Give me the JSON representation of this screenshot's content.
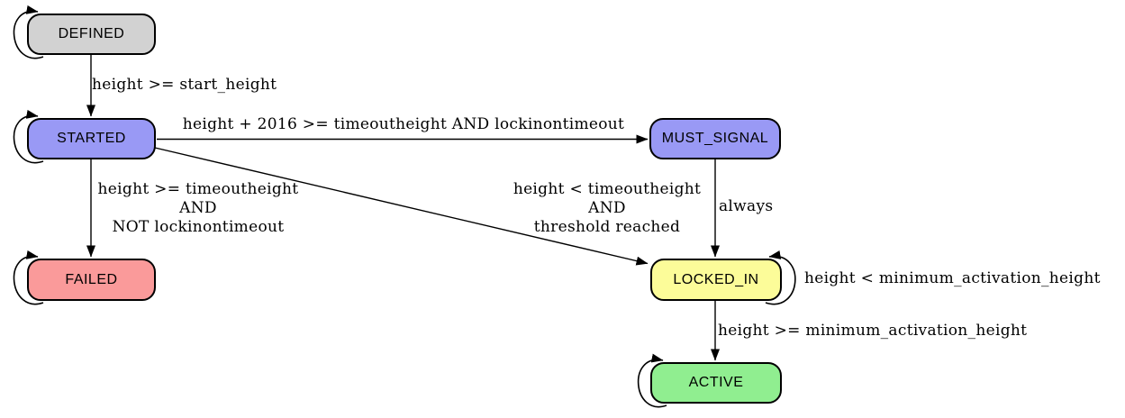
{
  "diagram": {
    "type": "state-machine",
    "description": "softfork deployment state transition diagram",
    "colors": {
      "edge": "#000000",
      "node_border": "#000000",
      "label_text": "#000000",
      "background": "#ffffff"
    },
    "nodes": [
      {
        "id": "DEFINED",
        "label": "DEFINED",
        "fill": "#d2d2d2",
        "self_loop": true
      },
      {
        "id": "STARTED",
        "label": "STARTED",
        "fill": "#9999f5",
        "self_loop": true
      },
      {
        "id": "MUST_SIGNAL",
        "label": "MUST_SIGNAL",
        "fill": "#9999f5",
        "self_loop": false
      },
      {
        "id": "FAILED",
        "label": "FAILED",
        "fill": "#fa9a9a",
        "self_loop": true
      },
      {
        "id": "LOCKED_IN",
        "label": "LOCKED_IN",
        "fill": "#fcfc99",
        "self_loop": true
      },
      {
        "id": "ACTIVE",
        "label": "ACTIVE",
        "fill": "#90ee90",
        "self_loop": true
      }
    ],
    "edges": [
      {
        "from": "DEFINED",
        "to": "DEFINED",
        "label": ""
      },
      {
        "from": "DEFINED",
        "to": "STARTED",
        "label": "height >= start_height"
      },
      {
        "from": "STARTED",
        "to": "STARTED",
        "label": ""
      },
      {
        "from": "STARTED",
        "to": "MUST_SIGNAL",
        "label": "height + 2016 >= timeoutheight AND lockinontimeout"
      },
      {
        "from": "STARTED",
        "to": "FAILED",
        "label": "height >= timeoutheight\nAND\nNOT lockinontimeout"
      },
      {
        "from": "STARTED",
        "to": "LOCKED_IN",
        "label": "height < timeoutheight\nAND\nthreshold reached"
      },
      {
        "from": "MUST_SIGNAL",
        "to": "LOCKED_IN",
        "label": "always"
      },
      {
        "from": "FAILED",
        "to": "FAILED",
        "label": ""
      },
      {
        "from": "LOCKED_IN",
        "to": "LOCKED_IN",
        "label": "height < minimum_activation_height"
      },
      {
        "from": "LOCKED_IN",
        "to": "ACTIVE",
        "label": "height >= minimum_activation_height"
      },
      {
        "from": "ACTIVE",
        "to": "ACTIVE",
        "label": ""
      }
    ]
  }
}
